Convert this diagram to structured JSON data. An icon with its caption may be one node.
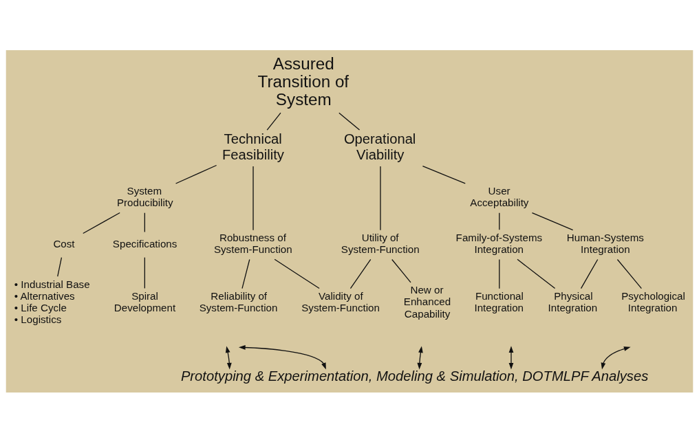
{
  "diagram": {
    "nodes": [
      {
        "text": [
          "Assured Transition of System"
        ]
      },
      {
        "text": [
          "Technical Feasibility"
        ]
      },
      {
        "text": [
          "Operational Viability"
        ]
      },
      {
        "text": [
          "System Producibility"
        ]
      },
      {
        "text": [
          "Robustness of System-Function"
        ]
      },
      {
        "text": [
          "Utility of System-Function"
        ]
      },
      {
        "text": [
          "User Acceptability"
        ]
      },
      {
        "text": [
          "Cost"
        ]
      },
      {
        "text": [
          "Specifications"
        ]
      },
      {
        "text": [
          "Validity of System-Function"
        ]
      },
      {
        "text": [
          "Family-of-Systems Integration"
        ]
      },
      {
        "text": [
          "Human-Systems Integration"
        ]
      },
      {
        "text": [
          "• Industrial Base",
          "• Alternatives",
          "• Life Cycle",
          "• Logistics"
        ]
      },
      {
        "text": [
          "Spiral Development"
        ]
      },
      {
        "text": [
          "Reliability of System-Function"
        ]
      },
      {
        "text": [
          "New or Enhanced Capability"
        ]
      },
      {
        "text": [
          "Functional Integration"
        ]
      },
      {
        "text": [
          "Physical Integration"
        ]
      },
      {
        "text": [
          "Psychological Integration"
        ]
      },
      {
        "text": [
          "Prototyping & Experimentation, Modeling & Simulation, DOTMLPF Analyses"
        ]
      }
    ],
    "edges": [
      {
        "from": 0,
        "to": 1,
        "arrow": "none"
      },
      {
        "from": 0,
        "to": 2,
        "arrow": "none"
      },
      {
        "from": 1,
        "to": 3,
        "arrow": "none"
      },
      {
        "from": 1,
        "to": 4,
        "arrow": "none"
      },
      {
        "from": 2,
        "to": 5,
        "arrow": "none"
      },
      {
        "from": 2,
        "to": 6,
        "arrow": "none"
      },
      {
        "from": 3,
        "to": 7,
        "arrow": "none"
      },
      {
        "from": 3,
        "to": 8,
        "arrow": "none"
      },
      {
        "from": 7,
        "to": 12,
        "arrow": "none"
      },
      {
        "from": 8,
        "to": 13,
        "arrow": "none"
      },
      {
        "from": 4,
        "to": 9,
        "arrow": "none"
      },
      {
        "from": 5,
        "to": 9,
        "arrow": "none"
      },
      {
        "from": 4,
        "to": 14,
        "arrow": "none"
      },
      {
        "from": 5,
        "to": 15,
        "arrow": "none"
      },
      {
        "from": 6,
        "to": 10,
        "arrow": "none"
      },
      {
        "from": 6,
        "to": 11,
        "arrow": "none"
      },
      {
        "from": 10,
        "to": 16,
        "arrow": "none"
      },
      {
        "from": 10,
        "to": 17,
        "arrow": "none"
      },
      {
        "from": 11,
        "to": 17,
        "arrow": "none"
      },
      {
        "from": 11,
        "to": 18,
        "arrow": "none"
      },
      {
        "from": null,
        "to": 19,
        "arrow": "both"
      },
      {
        "from": null,
        "to": 19,
        "arrow": "both"
      },
      {
        "from": null,
        "to": 19,
        "arrow": "both"
      },
      {
        "from": null,
        "to": 19,
        "arrow": "both"
      },
      {
        "from": null,
        "to": 19,
        "arrow": "both"
      }
    ]
  }
}
